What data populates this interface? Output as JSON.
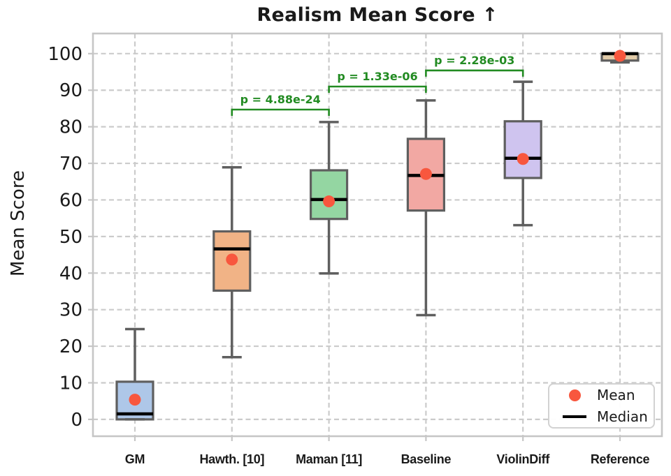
{
  "chart_data": {
    "type": "boxplot",
    "title": "Realism Mean Score ↑",
    "ylabel": "Mean Score",
    "xlabel": "",
    "ylim": [
      -4.6,
      105.5
    ],
    "yticks": [
      0,
      10,
      20,
      30,
      40,
      50,
      60,
      70,
      80,
      90,
      100
    ],
    "grid": "both-dashed",
    "categories": [
      "GM",
      "Hawth. [10]",
      "Maman [11]",
      "Baseline",
      "ViolinDiff",
      "Reference"
    ],
    "boxes": [
      {
        "label": "GM",
        "whislo": 0,
        "q1": 0,
        "med": 1.5,
        "q3": 10.3,
        "whishi": 24.7,
        "mean": 5.4,
        "color": "#AEC7E8"
      },
      {
        "label": "Hawth. [10]",
        "whislo": 17,
        "q1": 35.2,
        "med": 46.6,
        "q3": 51.4,
        "whishi": 68.9,
        "mean": 43.7,
        "color": "#F1B386"
      },
      {
        "label": "Maman [11]",
        "whislo": 39.9,
        "q1": 54.8,
        "med": 60.1,
        "q3": 68.1,
        "whishi": 81.3,
        "mean": 59.6,
        "color": "#94D6A2"
      },
      {
        "label": "Baseline",
        "whislo": 28.5,
        "q1": 57.1,
        "med": 66.7,
        "q3": 76.7,
        "whishi": 87.2,
        "mean": 67.1,
        "color": "#F2A8A3"
      },
      {
        "label": "ViolinDiff",
        "whislo": 53.1,
        "q1": 66.0,
        "med": 71.4,
        "q3": 81.5,
        "whishi": 92.3,
        "mean": 71.2,
        "color": "#CFC4EF"
      },
      {
        "label": "Reference",
        "whislo": 97.6,
        "q1": 98.1,
        "med": 100,
        "q3": 100,
        "whishi": 100,
        "mean": 99.4,
        "color": "#E1CBA8"
      }
    ],
    "annotations": [
      {
        "label": "p = 4.88e-24",
        "between": [
          1,
          2
        ],
        "y": 84.7
      },
      {
        "label": "p = 1.33e-06",
        "between": [
          2,
          3
        ],
        "y": 91.0
      },
      {
        "label": "p = 2.28e-03",
        "between": [
          3,
          4
        ],
        "y": 95.4
      }
    ],
    "legend": [
      {
        "label": "Mean",
        "marker": "dot"
      },
      {
        "label": "Median",
        "marker": "line"
      }
    ],
    "legend_position": "lower right",
    "colors": {
      "mean": "#F8573E",
      "median": "#000000",
      "box_edge": "#5F5F5F",
      "whisker": "#5F5F5F",
      "grid": "#CBCBCB",
      "spine": "#C6C6C6",
      "pvalue": "#228B22",
      "text": "#1A1A1A"
    }
  }
}
